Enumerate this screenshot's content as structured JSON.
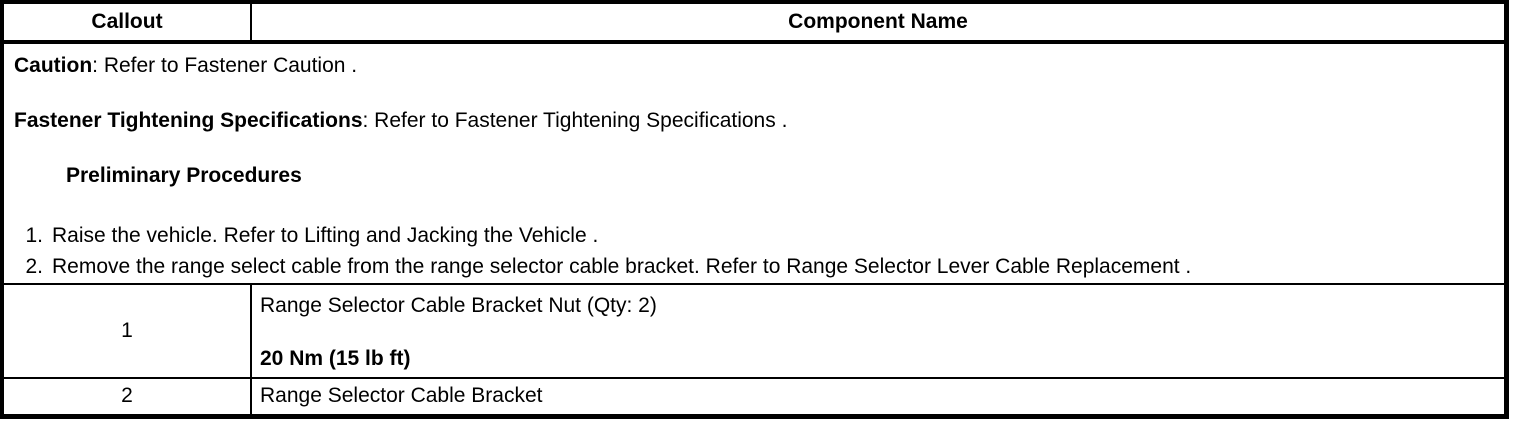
{
  "table": {
    "header": {
      "callout": "Callout",
      "component": "Component Name"
    },
    "notes": {
      "caution_label": "Caution",
      "caution_rest": ": Refer to Fastener Caution .",
      "fastener_label": "Fastener Tightening Specifications",
      "fastener_rest": ": Refer to Fastener Tightening Specifications .",
      "preliminary_heading": "Preliminary Procedures",
      "steps": [
        {
          "num": "1.",
          "text": "Raise the vehicle. Refer to Lifting and Jacking the Vehicle ."
        },
        {
          "num": "2.",
          "text": "Remove the range select cable from the range selector cable bracket. Refer to Range Selector Lever Cable Replacement ."
        }
      ]
    },
    "rows": [
      {
        "callout": "1",
        "component": "Range Selector Cable Bracket Nut (Qty: 2)",
        "torque": "20 Nm (15 lb ft)"
      },
      {
        "callout": "2",
        "component": "Range Selector Cable Bracket"
      }
    ]
  },
  "colors": {
    "border": "#000000",
    "text": "#000000",
    "background": "#ffffff"
  }
}
